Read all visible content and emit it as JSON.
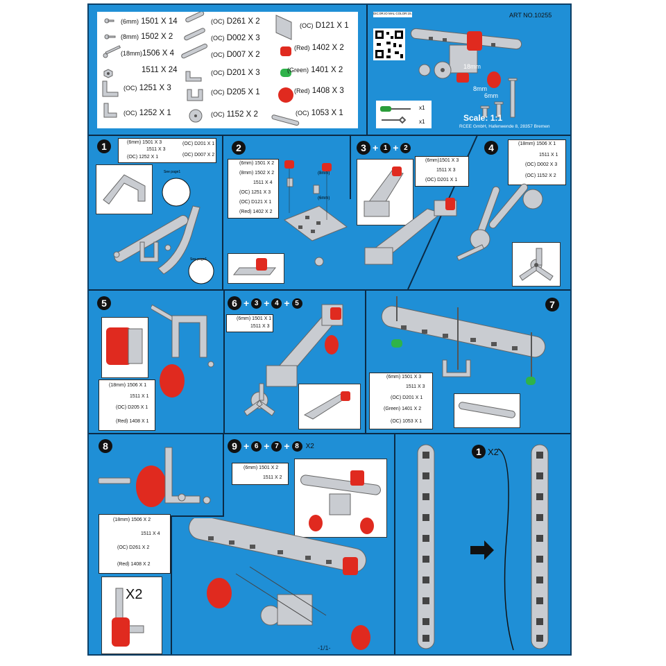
{
  "header": {
    "art_no": "ART NO.10255",
    "color_note": "DIC:0R.IO MAL COLOR:15.1.369",
    "scale": "Scale: 1:1",
    "address": "RCEE GmbH, Hafenwende 8, 28357 Bremen",
    "sizes": [
      "6mm",
      "8mm",
      "18mm"
    ],
    "tools": [
      "x1",
      "x1"
    ]
  },
  "legend": [
    {
      "spec": "(6mm)",
      "code": "1501 X 14"
    },
    {
      "spec": "(8mm)",
      "code": "1502 X 2"
    },
    {
      "spec": "(18mm)",
      "code": "1506 X 4"
    },
    {
      "spec": "",
      "code": "1511 X 24"
    },
    {
      "spec": "(OC)",
      "code": "1251 X 3"
    },
    {
      "spec": "(OC)",
      "code": "1252 X 1"
    },
    {
      "spec": "(OC)",
      "code": "D261 X 2"
    },
    {
      "spec": "(OC)",
      "code": "D002 X 3"
    },
    {
      "spec": "(OC)",
      "code": "D007 X 2"
    },
    {
      "spec": "(OC)",
      "code": "D201 X 3"
    },
    {
      "spec": "(OC)",
      "code": "D205 X 1"
    },
    {
      "spec": "(OC)",
      "code": "1152 X 2"
    },
    {
      "spec": "(OC)",
      "code": "D121 X 1"
    },
    {
      "spec": "(Red)",
      "code": "1402 X 2"
    },
    {
      "spec": "(Green)",
      "code": "1401 X 2"
    },
    {
      "spec": "(Red)",
      "code": "1408 X 3"
    },
    {
      "spec": "(OC)",
      "code": "1053 X 1"
    }
  ],
  "steps": {
    "s1": {
      "num": "1",
      "parts": [
        [
          "(6mm)",
          "1501 X 3"
        ],
        [
          "",
          "1511 X 3"
        ],
        [
          "(OC)",
          "1252 X 1"
        ],
        [
          "(OC)",
          "D201 X 1"
        ],
        [
          "(OC)",
          "D007 X 2"
        ]
      ],
      "see_page": "See page1"
    },
    "s2": {
      "num": "2",
      "parts": [
        [
          "(6mm)",
          "1501 X 2"
        ],
        [
          "(8mm)",
          "1502 X 2"
        ],
        [
          "",
          "1511 X 4"
        ],
        [
          "(OC)",
          "1251 X 3"
        ],
        [
          "(OC)",
          "D121 X 1"
        ],
        [
          "(Red)",
          "1402 X 2"
        ]
      ],
      "sizes": [
        "(8mm)",
        "(6mm)"
      ]
    },
    "s3": {
      "nums": [
        "3",
        "1",
        "2"
      ],
      "parts": [
        [
          "(6mm)",
          "1501 X 3"
        ],
        [
          "",
          "1511 X 3"
        ],
        [
          "(OC)",
          "D201 X 1"
        ]
      ]
    },
    "s4": {
      "num": "4",
      "parts": [
        [
          "(18mm)",
          "1506 X 1"
        ],
        [
          "",
          "1511 X 1"
        ],
        [
          "(OC)",
          "D002 X 3"
        ],
        [
          "(OC)",
          "1152 X 2"
        ]
      ]
    },
    "s5": {
      "num": "5",
      "parts": [
        [
          "(18mm)",
          "1506 X 1"
        ],
        [
          "",
          "1511 X 1"
        ],
        [
          "(OC)",
          "D205 X 1"
        ],
        [
          "(Red)",
          "1408 X 1"
        ]
      ]
    },
    "s6": {
      "nums": [
        "6",
        "3",
        "4",
        "5"
      ],
      "parts": [
        [
          "(6mm)",
          "1501 X 1"
        ],
        [
          "",
          "1511 X 3"
        ]
      ]
    },
    "s7": {
      "num": "7",
      "parts": [
        [
          "(6mm)",
          "1501 X 3"
        ],
        [
          "",
          "1511 X 3"
        ],
        [
          "(OC)",
          "D201 X 1"
        ],
        [
          "(Green)",
          "1401 X 2"
        ],
        [
          "(OC)",
          "1053 X 1"
        ]
      ]
    },
    "s8": {
      "num": "8",
      "parts": [
        [
          "(18mm)",
          "1506 X 2"
        ],
        [
          "",
          "1511 X 4"
        ],
        [
          "(OC)",
          "D261 X 2"
        ],
        [
          "(Red)",
          "1408 X 2"
        ]
      ],
      "x2": "X2"
    },
    "s9": {
      "nums": [
        "9",
        "6",
        "7",
        "8"
      ],
      "x2": "X2",
      "parts": [
        [
          "(6mm)",
          "1501 X 2"
        ],
        [
          "",
          "1511 X 2"
        ]
      ]
    },
    "s10": {
      "num": "1",
      "x2": "X2"
    }
  },
  "page_number": "-1/1-"
}
